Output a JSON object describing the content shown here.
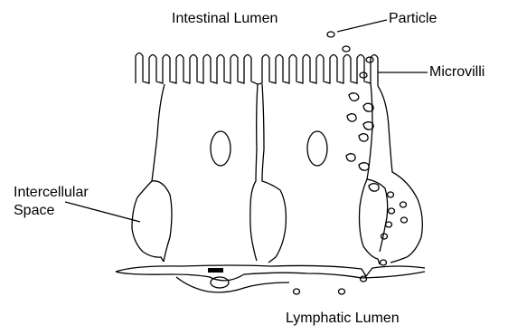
{
  "labels": {
    "intestinal_lumen": "Intestinal Lumen",
    "particle": "Particle",
    "microvilli": "Microvilli",
    "intercellular_line1": "Intercellular",
    "intercellular_line2": "Space",
    "lymphatic_lumen": "Lymphatic Lumen"
  },
  "colors": {
    "stroke": "#000000",
    "background": "#ffffff"
  }
}
